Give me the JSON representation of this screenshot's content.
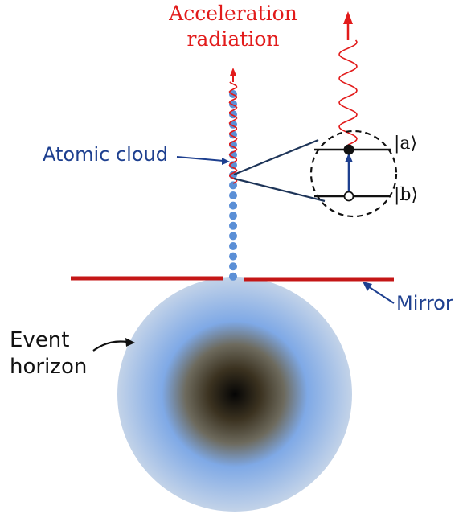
{
  "labels": {
    "acceleration_line1": "Acceleration",
    "acceleration_line2": "radiation",
    "atomic_cloud": "Atomic cloud",
    "state_a": "|a⟩",
    "state_b": "|b⟩",
    "mirror": "Mirror",
    "event_horizon_line1": "Event",
    "event_horizon_line2": "horizon"
  },
  "colors": {
    "radiation": "#e21b1b",
    "mirror": "#c41616",
    "label_blue": "#1d3f8f",
    "atom_dot": "#5b8fd6",
    "horizon_edge": "#a9c8ee",
    "horizon_ring": "#7fa9e6",
    "horizon_core": "#050505"
  }
}
